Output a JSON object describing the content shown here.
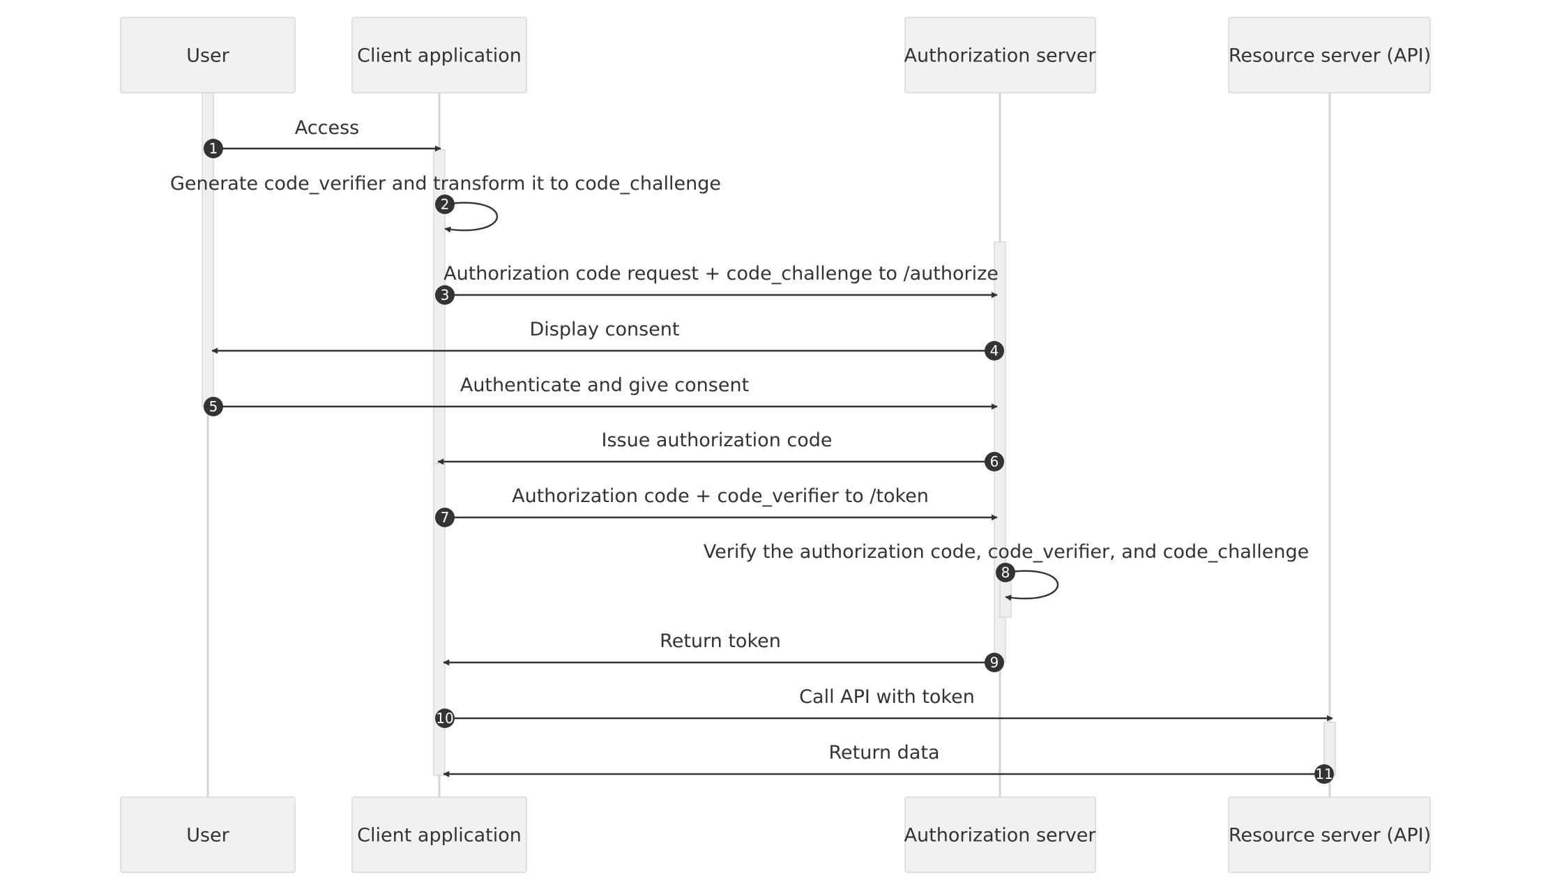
{
  "colors": {
    "actor_fill": "#f0f1f2",
    "actor_border": "#d6d8db",
    "line": "#333333",
    "lifeline": "#d3d5d8"
  },
  "actors": [
    {
      "id": "user",
      "label": "User"
    },
    {
      "id": "client",
      "label": "Client application"
    },
    {
      "id": "auth",
      "label": "Authorization server"
    },
    {
      "id": "resource",
      "label": "Resource server (API)"
    }
  ],
  "messages": [
    {
      "seq": "1",
      "from": "user",
      "to": "client",
      "label": "Access"
    },
    {
      "seq": "2",
      "from": "client",
      "to": "client",
      "label": "Generate code_verifier and transform it to code_challenge"
    },
    {
      "seq": "3",
      "from": "client",
      "to": "auth",
      "label": "Authorization code request + code_challenge to /authorize"
    },
    {
      "seq": "4",
      "from": "auth",
      "to": "user",
      "label": "Display consent"
    },
    {
      "seq": "5",
      "from": "user",
      "to": "auth",
      "label": "Authenticate and give consent"
    },
    {
      "seq": "6",
      "from": "auth",
      "to": "client",
      "label": "Issue authorization code"
    },
    {
      "seq": "7",
      "from": "client",
      "to": "auth",
      "label": "Authorization code + code_verifier to /token"
    },
    {
      "seq": "8",
      "from": "auth",
      "to": "auth",
      "label": "Verify the authorization code, code_verifier, and code_challenge"
    },
    {
      "seq": "9",
      "from": "auth",
      "to": "client",
      "label": "Return token"
    },
    {
      "seq": "10",
      "from": "client",
      "to": "resource",
      "label": "Call API with token"
    },
    {
      "seq": "11",
      "from": "resource",
      "to": "client",
      "label": "Return data"
    }
  ]
}
